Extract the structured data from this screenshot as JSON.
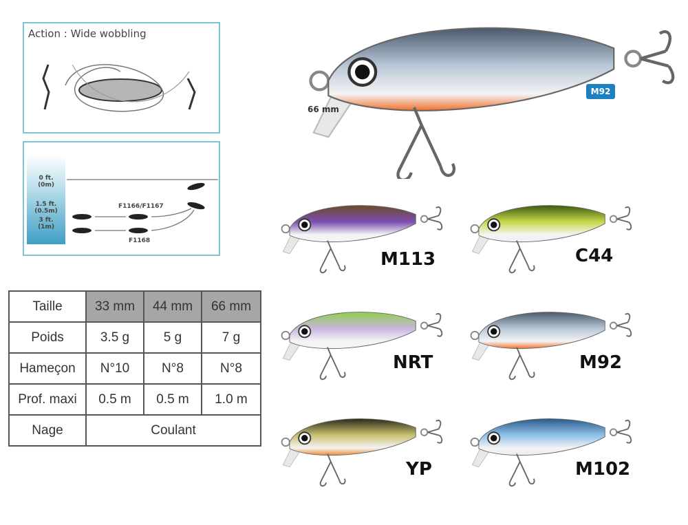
{
  "action_diagram": {
    "title": "Action : Wide wobbling"
  },
  "depth_diagram": {
    "depth_labels": [
      [
        "0 ft.",
        "(0m)"
      ],
      [
        "1.5 ft.",
        "(0.5m)"
      ],
      [
        "3 ft.",
        "(1m)"
      ]
    ],
    "models_top": "F1166/F1167",
    "models_bottom": "F1168"
  },
  "spec_table": {
    "header": [
      "Taille",
      "33 mm",
      "44 mm",
      "66 mm"
    ],
    "rows": [
      [
        "Poids",
        "3.5 g",
        "5 g",
        "7 g"
      ],
      [
        "Hameçon",
        "N°10",
        "N°8",
        "N°8"
      ],
      [
        "Prof. maxi",
        "0.5 m",
        "0.5 m",
        "1.0 m"
      ]
    ],
    "nage": {
      "label": "Nage",
      "value": "Coulant"
    }
  },
  "hero": {
    "size_label": "66 mm",
    "color_badge": "M92",
    "badge_color": "#1e7fc1"
  },
  "colors": [
    {
      "code": "M113",
      "back": "#6b4a2a",
      "side": "#7b4fb0",
      "belly": "#f4f4f4"
    },
    {
      "code": "C44",
      "back": "#3c5a10",
      "side": "#c8d84a",
      "belly": "#f0f0f0"
    },
    {
      "code": "NRT",
      "back": "#8fd04a",
      "side": "#c9b5e0",
      "belly": "#f4f4f4"
    },
    {
      "code": "M92",
      "back": "#4a5a6a",
      "side": "#b8c6d6",
      "belly": "#f0702a"
    },
    {
      "code": "YP",
      "back": "#2a2a1a",
      "side": "#c9c070",
      "belly": "#f08a30"
    },
    {
      "code": "M102",
      "back": "#2a5a8a",
      "side": "#8fc0e8",
      "belly": "#e8eef4"
    }
  ]
}
